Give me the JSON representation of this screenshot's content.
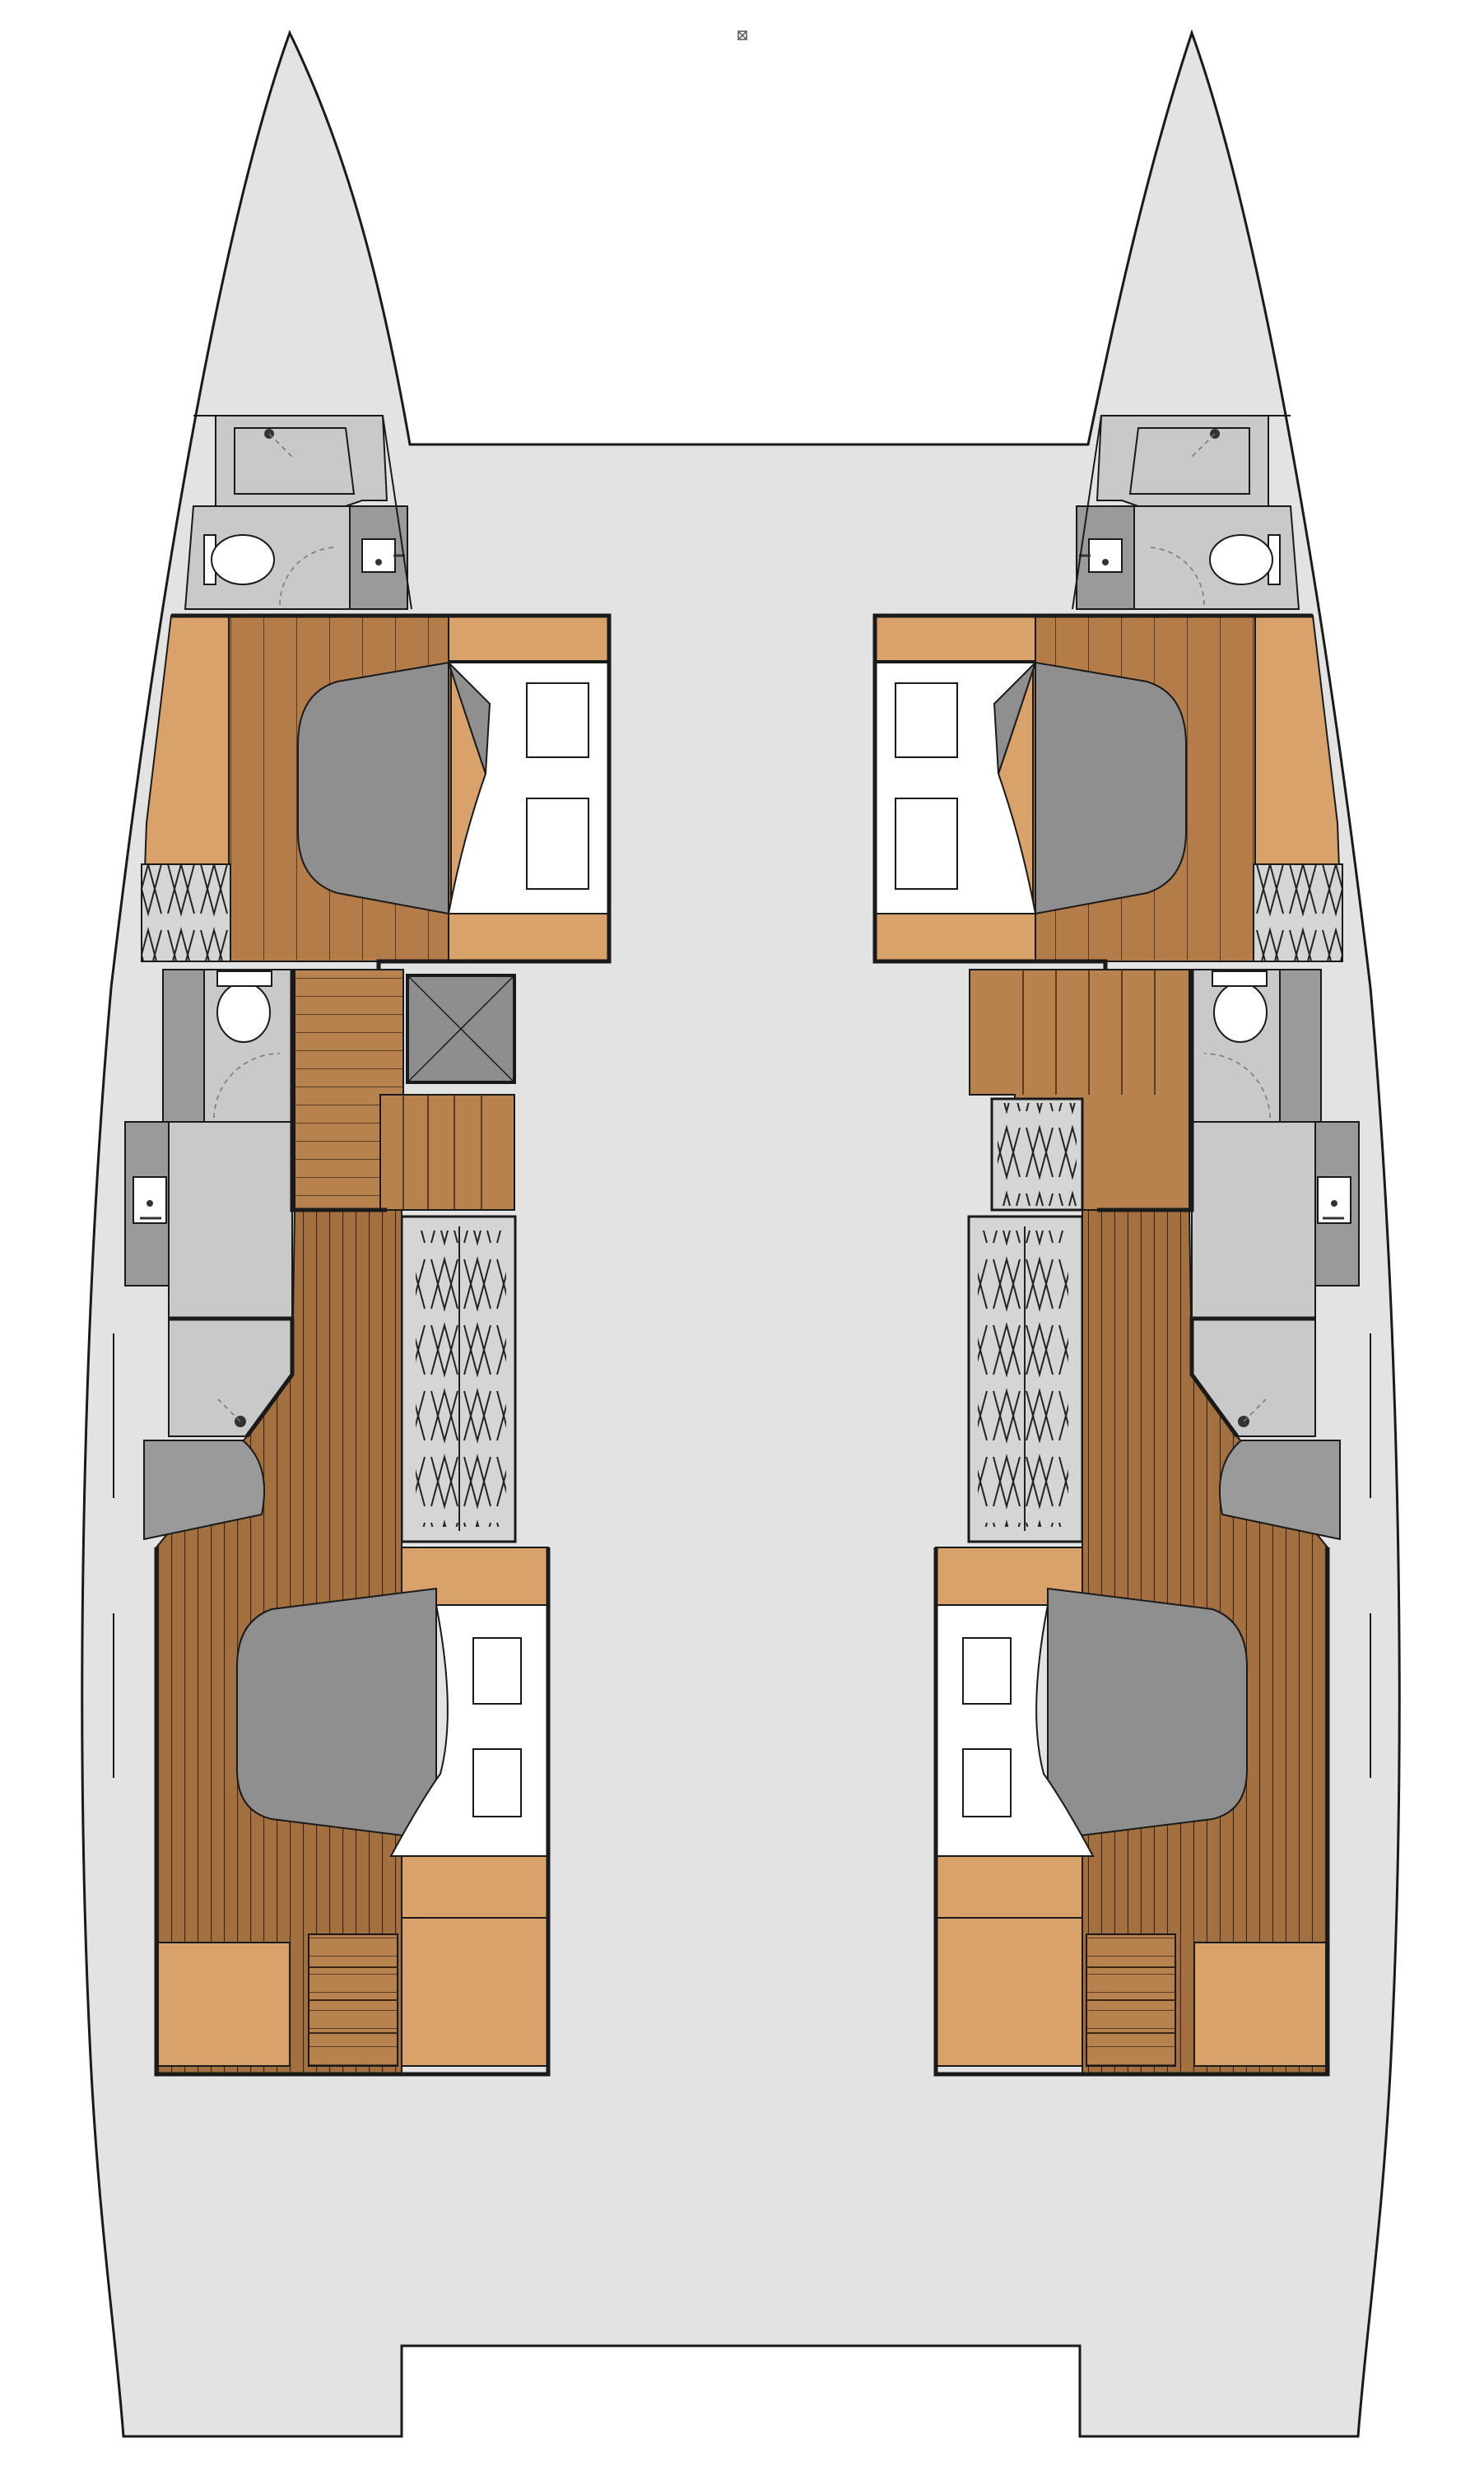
{
  "diagram": {
    "type": "catamaran-floor-plan",
    "colors": {
      "hull": "#e3e3e4",
      "wood_floor": "#b8824f",
      "wood_deck": "#a3703f",
      "cabinetry": "#d9a26a",
      "bed_cover": "#8f8f90",
      "linen": "#ffffff",
      "head_compartment": "#c9c9ca",
      "outline": "#1a1a1a"
    },
    "hulls": [
      {
        "side": "port",
        "rooms": [
          "forward-shower",
          "forward-toilet",
          "forward-cabin",
          "wardrobe",
          "midship-toilet",
          "midship-washbasin",
          "midship-shower",
          "companionway",
          "aft-cabin",
          "aft-steps"
        ]
      },
      {
        "side": "starboard",
        "rooms": [
          "forward-shower",
          "forward-toilet",
          "forward-cabin",
          "wardrobe",
          "midship-toilet",
          "midship-washbasin",
          "midship-shower",
          "companionway",
          "aft-cabin",
          "aft-steps"
        ]
      }
    ],
    "icons": [
      "compass-rose-icon",
      "shower-drain-icon",
      "toilet-icon",
      "washbasin-icon",
      "hatch-icon"
    ]
  }
}
